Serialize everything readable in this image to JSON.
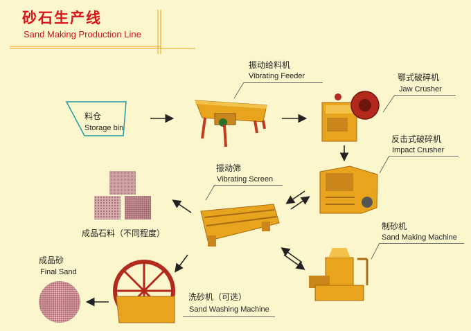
{
  "title": {
    "cn": "砂石生产线",
    "en": "Sand Making Production Line"
  },
  "nodes": {
    "storage_bin": {
      "cn": "料仓",
      "en": "Storage bin"
    },
    "vibrating_feeder": {
      "cn": "振动给料机",
      "en": "Vibrating Feeder"
    },
    "jaw_crusher": {
      "cn": "鄂式破碎机",
      "en": "Jaw Crusher"
    },
    "impact_crusher": {
      "cn": "反击式破碎机",
      "en": "Impact Crusher"
    },
    "vibrating_screen": {
      "cn": "振动筛",
      "en": "Vibrating Screen"
    },
    "finished_stone": {
      "cn": "成品石料（不同程度）"
    },
    "sand_making_machine": {
      "cn": "制砂机",
      "en": "Sand Making Machine"
    },
    "sand_washing_machine": {
      "cn": "洗砂机（可选）",
      "en": "Sand Washing Machine"
    },
    "final_sand": {
      "cn": "成品砂",
      "en": "Final Sand"
    }
  },
  "colors": {
    "title": "#d8141a",
    "machine": "#e8a41c",
    "machine_dark": "#b8731a",
    "frame": "#c23a22",
    "arrow": "#222222",
    "stone": "#cfa3a5",
    "sand": "#b56d72"
  }
}
